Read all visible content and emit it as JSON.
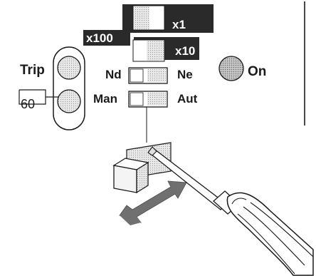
{
  "labels": {
    "trip": "Trip",
    "on": "On",
    "nd": "Nd",
    "ne": "Ne",
    "man": "Man",
    "aut": "Aut",
    "delay": "60",
    "x1": "x1",
    "x100": "x100",
    "x10": "x10"
  },
  "colors": {
    "ink": "#1a1a1a",
    "tag_fill": "#3a3a3a",
    "led_fill": "#d8d8d8",
    "on_led": "#9a9a9a",
    "arrow": "#707070",
    "switch_light": "#e6e6e6",
    "switch_dark": "#9c9c9c"
  },
  "icons": {
    "trip_leds": "indicator-led-icon",
    "on_led": "indicator-led-icon",
    "tool": "screwdriver-icon",
    "motion": "double-arrow-icon",
    "switch": "slide-switch-icon"
  }
}
